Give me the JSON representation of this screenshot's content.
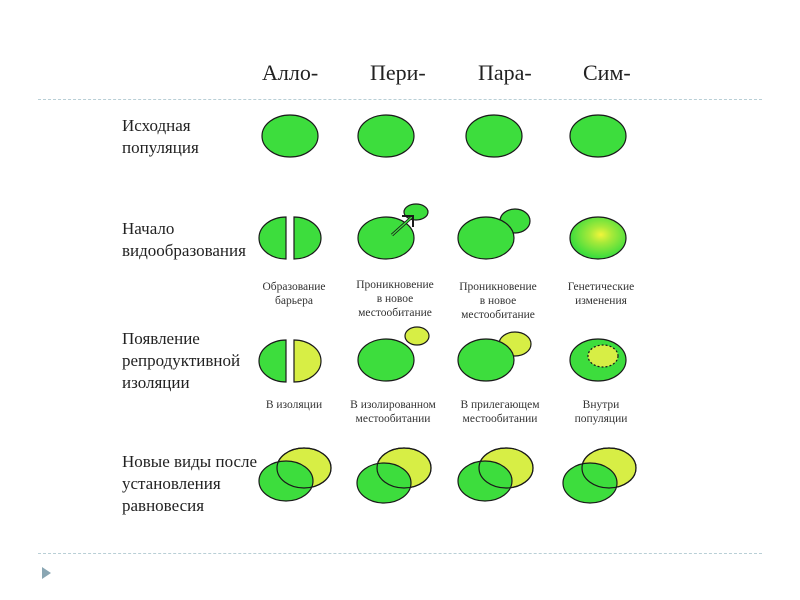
{
  "columns": [
    "Алло-",
    "Пери-",
    "Пара-",
    "Сим-"
  ],
  "rows": [
    {
      "label_lines": [
        "Исходная",
        "популяция"
      ]
    },
    {
      "label_lines": [
        "Начало",
        "видообразования"
      ]
    },
    {
      "label_lines": [
        "Появление",
        "репродуктивной",
        "изоляции"
      ]
    },
    {
      "label_lines": [
        "Новые виды после",
        "установления",
        "равновесия"
      ]
    }
  ],
  "captions_row2": [
    {
      "lines": [
        "Образование",
        "барьера"
      ]
    },
    {
      "lines": [
        "Проникновение",
        "в новое",
        "местообитание"
      ]
    },
    {
      "lines": [
        "Проникновение",
        "в новое",
        "местообитание"
      ]
    },
    {
      "lines": [
        "Генетические",
        "изменения"
      ]
    }
  ],
  "captions_row3": [
    {
      "lines": [
        "В изоляции"
      ]
    },
    {
      "lines": [
        "В изолированном",
        "местообитании"
      ]
    },
    {
      "lines": [
        "В прилегающем",
        "местообитании"
      ]
    },
    {
      "lines": [
        "Внутри",
        "популяции"
      ]
    }
  ],
  "colors": {
    "green": "#3ddd3d",
    "yellow": "#d7ee45",
    "outline": "#1a1a1a",
    "rule": "#b9cfd6"
  }
}
